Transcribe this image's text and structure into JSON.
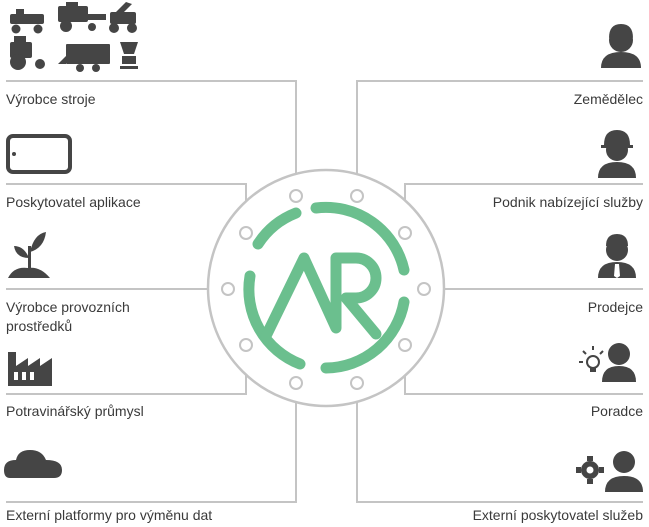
{
  "colors": {
    "line": "#c4c4c4",
    "icon": "#454545",
    "logo": "#6bbf8e",
    "text": "#3a3a3a"
  },
  "left_items": [
    {
      "label": "Výrobce stroje",
      "icon": "farm-machinery-icon"
    },
    {
      "label": "Poskytovatel aplikace",
      "icon": "tablet-icon"
    },
    {
      "label": "Výrobce provozních prostředků",
      "icon": "sprout-icon"
    },
    {
      "label": "Potravinářský průmysl",
      "icon": "factory-icon"
    },
    {
      "label": "Externí platformy pro výměnu dat",
      "icon": "cloud-icon"
    }
  ],
  "right_items": [
    {
      "label": "Zemědělec",
      "icon": "farmer-icon"
    },
    {
      "label": "Podnik nabízející služby",
      "icon": "worker-helmet-icon"
    },
    {
      "label": "Prodejce",
      "icon": "salesman-icon"
    },
    {
      "label": "Poradce",
      "icon": "advisor-idea-icon"
    },
    {
      "label": "Externí poskytovatel služeb",
      "icon": "service-provider-gear-icon"
    }
  ],
  "center": {
    "logo_icon": "agrirouter-logo-icon"
  }
}
